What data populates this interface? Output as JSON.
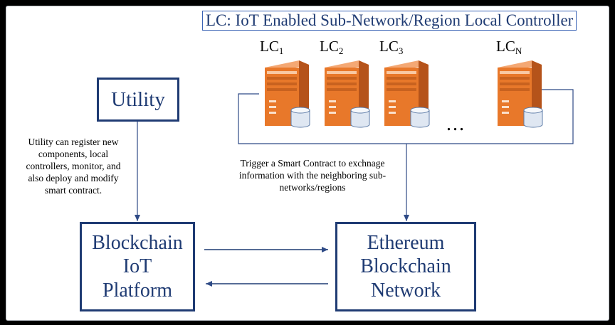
{
  "legend": "LC: IoT Enabled Sub-Network/Region Local Controller",
  "utility": {
    "label": "Utility"
  },
  "utility_note": [
    "Utility can register new",
    "components, local",
    "controllers, monitor, and",
    "also deploy and modify",
    "smart contract."
  ],
  "trigger_note": [
    "Trigger a Smart Contract to exchnage",
    "information with the neighboring sub-",
    "networks/regions"
  ],
  "blockchain_platform": {
    "lines": [
      "Blockchain",
      "IoT",
      "Platform"
    ]
  },
  "ethereum_network": {
    "lines": [
      "Ethereum",
      "Blockchain",
      "Network"
    ]
  },
  "controllers": [
    {
      "base": "LC",
      "sub": "1"
    },
    {
      "base": "LC",
      "sub": "2"
    },
    {
      "base": "LC",
      "sub": "3"
    },
    {
      "base": "LC",
      "sub": "N"
    }
  ],
  "ellipsis": "...",
  "colors": {
    "box_border": "#1f3b73",
    "server_orange": "#e8782a",
    "line": "#2e4a86"
  }
}
